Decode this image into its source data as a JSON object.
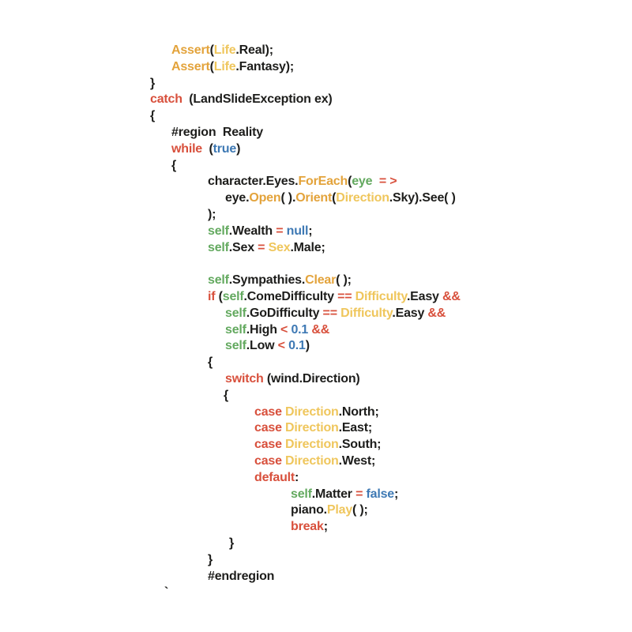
{
  "palette": {
    "black": "#1d1d1b",
    "red": "#d8503c",
    "amber": "#e3a33b",
    "gold": "#efc65c",
    "green": "#63a95f",
    "blue": "#3e79b4",
    "background": "#ffffff"
  },
  "code": {
    "lines": [
      {
        "indent": 217,
        "tokens": [
          {
            "c": "amber",
            "t": "Assert"
          },
          {
            "c": "black",
            "t": "("
          },
          {
            "c": "gold",
            "t": "Life"
          },
          {
            "c": "black",
            "t": ".Real);"
          }
        ]
      },
      {
        "indent": 217,
        "tokens": [
          {
            "c": "amber",
            "t": "Assert"
          },
          {
            "c": "black",
            "t": "("
          },
          {
            "c": "gold",
            "t": "Life"
          },
          {
            "c": "black",
            "t": ".Fantasy);"
          }
        ]
      },
      {
        "indent": 190,
        "tokens": [
          {
            "c": "black",
            "t": "}"
          }
        ]
      },
      {
        "indent": 190,
        "tokens": [
          {
            "c": "red",
            "t": "catch"
          },
          {
            "c": "black",
            "t": "  (LandSlideException ex)"
          }
        ]
      },
      {
        "indent": 190,
        "tokens": [
          {
            "c": "black",
            "t": "{"
          }
        ]
      },
      {
        "indent": 217,
        "tokens": [
          {
            "c": "black",
            "t": "#region  Reality"
          }
        ]
      },
      {
        "indent": 217,
        "tokens": [
          {
            "c": "red",
            "t": "while"
          },
          {
            "c": "black",
            "t": "  ("
          },
          {
            "c": "blue",
            "t": "true"
          },
          {
            "c": "black",
            "t": ")"
          }
        ]
      },
      {
        "indent": 217,
        "tokens": [
          {
            "c": "black",
            "t": "{"
          }
        ]
      },
      {
        "indent": 263,
        "tokens": [
          {
            "c": "black",
            "t": "character.Eyes."
          },
          {
            "c": "amber",
            "t": "ForEach"
          },
          {
            "c": "black",
            "t": "("
          },
          {
            "c": "green",
            "t": "eye"
          },
          {
            "c": "black",
            "t": "  "
          },
          {
            "c": "red",
            "t": "= >"
          }
        ]
      },
      {
        "indent": 285,
        "tokens": [
          {
            "c": "black",
            "t": "eye."
          },
          {
            "c": "amber",
            "t": "Open"
          },
          {
            "c": "black",
            "t": "( )."
          },
          {
            "c": "amber",
            "t": "Orient"
          },
          {
            "c": "black",
            "t": "("
          },
          {
            "c": "gold",
            "t": "Direction"
          },
          {
            "c": "black",
            "t": ".Sky).See( )"
          }
        ]
      },
      {
        "indent": 263,
        "tokens": [
          {
            "c": "black",
            "t": ");"
          }
        ]
      },
      {
        "indent": 263,
        "tokens": [
          {
            "c": "green",
            "t": "self"
          },
          {
            "c": "black",
            "t": ".Wealth "
          },
          {
            "c": "red",
            "t": "="
          },
          {
            "c": "black",
            "t": " "
          },
          {
            "c": "blue",
            "t": "null"
          },
          {
            "c": "black",
            "t": ";"
          }
        ]
      },
      {
        "indent": 263,
        "tokens": [
          {
            "c": "green",
            "t": "self"
          },
          {
            "c": "black",
            "t": ".Sex "
          },
          {
            "c": "red",
            "t": "="
          },
          {
            "c": "black",
            "t": " "
          },
          {
            "c": "gold",
            "t": "Sex"
          },
          {
            "c": "black",
            "t": ".Male;"
          }
        ]
      },
      {
        "indent": 263,
        "tokens": []
      },
      {
        "indent": 263,
        "tokens": [
          {
            "c": "green",
            "t": "self"
          },
          {
            "c": "black",
            "t": ".Sympathies."
          },
          {
            "c": "amber",
            "t": "Clear"
          },
          {
            "c": "black",
            "t": "( );"
          }
        ]
      },
      {
        "indent": 263,
        "tokens": [
          {
            "c": "red",
            "t": "if"
          },
          {
            "c": "black",
            "t": " ("
          },
          {
            "c": "green",
            "t": "self"
          },
          {
            "c": "black",
            "t": ".ComeDifficulty "
          },
          {
            "c": "red",
            "t": "=="
          },
          {
            "c": "black",
            "t": " "
          },
          {
            "c": "gold",
            "t": "Difficulty"
          },
          {
            "c": "black",
            "t": ".Easy "
          },
          {
            "c": "red",
            "t": "&&"
          }
        ]
      },
      {
        "indent": 285,
        "tokens": [
          {
            "c": "green",
            "t": "self"
          },
          {
            "c": "black",
            "t": ".GoDifficulty "
          },
          {
            "c": "red",
            "t": "=="
          },
          {
            "c": "black",
            "t": " "
          },
          {
            "c": "gold",
            "t": "Difficulty"
          },
          {
            "c": "black",
            "t": ".Easy "
          },
          {
            "c": "red",
            "t": "&&"
          }
        ]
      },
      {
        "indent": 285,
        "tokens": [
          {
            "c": "green",
            "t": "self"
          },
          {
            "c": "black",
            "t": ".High "
          },
          {
            "c": "red",
            "t": "<"
          },
          {
            "c": "black",
            "t": " "
          },
          {
            "c": "blue",
            "t": "0.1"
          },
          {
            "c": "black",
            "t": " "
          },
          {
            "c": "red",
            "t": "&&"
          }
        ]
      },
      {
        "indent": 285,
        "tokens": [
          {
            "c": "green",
            "t": "self"
          },
          {
            "c": "black",
            "t": ".Low "
          },
          {
            "c": "red",
            "t": "<"
          },
          {
            "c": "black",
            "t": " "
          },
          {
            "c": "blue",
            "t": "0.1"
          },
          {
            "c": "black",
            "t": ")"
          }
        ]
      },
      {
        "indent": 263,
        "tokens": [
          {
            "c": "black",
            "t": "{"
          }
        ]
      },
      {
        "indent": 285,
        "tokens": [
          {
            "c": "red",
            "t": "switch"
          },
          {
            "c": "black",
            "t": " (wind.Direction)"
          }
        ]
      },
      {
        "indent": 283,
        "tokens": [
          {
            "c": "black",
            "t": "{"
          }
        ]
      },
      {
        "indent": 322,
        "tokens": [
          {
            "c": "red",
            "t": "case"
          },
          {
            "c": "black",
            "t": " "
          },
          {
            "c": "gold",
            "t": "Direction"
          },
          {
            "c": "black",
            "t": ".North;"
          }
        ]
      },
      {
        "indent": 322,
        "tokens": [
          {
            "c": "red",
            "t": "case"
          },
          {
            "c": "black",
            "t": " "
          },
          {
            "c": "gold",
            "t": "Direction"
          },
          {
            "c": "black",
            "t": ".East;"
          }
        ]
      },
      {
        "indent": 322,
        "tokens": [
          {
            "c": "red",
            "t": "case"
          },
          {
            "c": "black",
            "t": " "
          },
          {
            "c": "gold",
            "t": "Direction"
          },
          {
            "c": "black",
            "t": ".South;"
          }
        ]
      },
      {
        "indent": 322,
        "tokens": [
          {
            "c": "red",
            "t": "case"
          },
          {
            "c": "black",
            "t": " "
          },
          {
            "c": "gold",
            "t": "Direction"
          },
          {
            "c": "black",
            "t": ".West;"
          }
        ]
      },
      {
        "indent": 322,
        "tokens": [
          {
            "c": "red",
            "t": "default"
          },
          {
            "c": "black",
            "t": ":"
          }
        ]
      },
      {
        "indent": 368,
        "tokens": [
          {
            "c": "green",
            "t": "self"
          },
          {
            "c": "black",
            "t": ".Matter "
          },
          {
            "c": "red",
            "t": "="
          },
          {
            "c": "black",
            "t": " "
          },
          {
            "c": "blue",
            "t": "false"
          },
          {
            "c": "black",
            "t": ";"
          }
        ]
      },
      {
        "indent": 368,
        "tokens": [
          {
            "c": "black",
            "t": "piano."
          },
          {
            "c": "gold",
            "t": "Play"
          },
          {
            "c": "black",
            "t": "( );"
          }
        ]
      },
      {
        "indent": 368,
        "tokens": [
          {
            "c": "red",
            "t": "break"
          },
          {
            "c": "black",
            "t": ";"
          }
        ]
      },
      {
        "indent": 290,
        "tokens": [
          {
            "c": "black",
            "t": "}"
          }
        ]
      },
      {
        "indent": 263,
        "tokens": [
          {
            "c": "black",
            "t": "}"
          }
        ]
      },
      {
        "indent": 263,
        "tokens": [
          {
            "c": "black",
            "t": "#endregion"
          }
        ]
      },
      {
        "indent": 208,
        "tokens": [
          {
            "c": "black",
            "t": "`"
          }
        ]
      }
    ]
  }
}
